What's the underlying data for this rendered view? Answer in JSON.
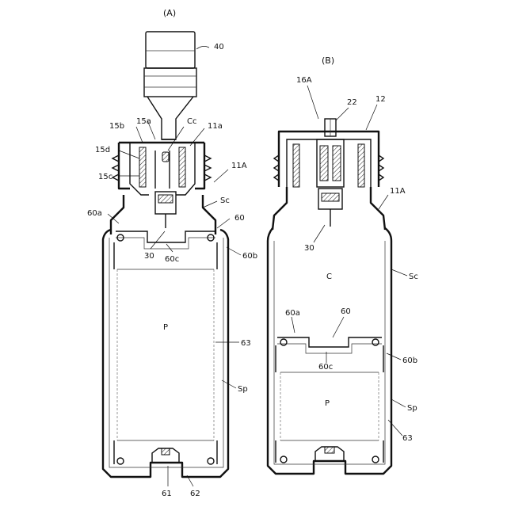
{
  "figure_a": {
    "title": "(A)",
    "labels": {
      "n40": "40",
      "n15a": "15a",
      "n15b": "15b",
      "nCc": "Cc",
      "n11a": "11a",
      "n15d": "15d",
      "n11A": "11A",
      "n15c": "15c",
      "nSc": "Sc",
      "n60a": "60a",
      "n60": "60",
      "n30": "30",
      "n60c": "60c",
      "n60b": "60b",
      "nP": "P",
      "n63": "63",
      "nSp": "Sp",
      "n61": "61",
      "n62": "62"
    }
  },
  "figure_b": {
    "title": "(B)",
    "labels": {
      "n16A": "16A",
      "n22": "22",
      "n12": "12",
      "n11A": "11A",
      "n30": "30",
      "nC": "C",
      "nSc": "Sc",
      "n60a": "60a",
      "n60": "60",
      "n60c": "60c",
      "n60b": "60b",
      "nP": "P",
      "nSp": "Sp",
      "n63": "63"
    }
  }
}
